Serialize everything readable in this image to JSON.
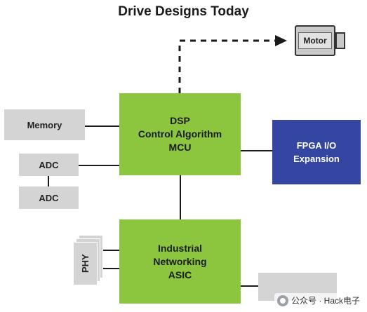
{
  "title": "Drive Designs Today",
  "blocks": {
    "motor": "Motor",
    "memory": "Memory",
    "adc_top": "ADC",
    "adc_bottom": "ADC",
    "dsp": [
      "DSP",
      "Control Algorithm",
      "MCU"
    ],
    "fpga": [
      "FPGA I/O",
      "Expansion"
    ],
    "phy": "PHY",
    "industrial": [
      "Industrial",
      "Networking",
      "ASIC"
    ]
  },
  "colors": {
    "green": "#8cc63e",
    "blue": "#3546a2",
    "gray": "#d4d4d4",
    "line": "#1a1a1a"
  },
  "watermark": {
    "text": "公众号 · Hack电子"
  }
}
